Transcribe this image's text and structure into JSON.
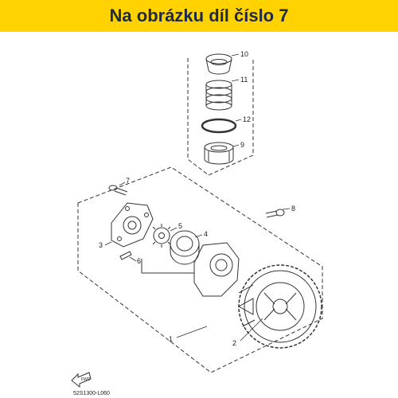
{
  "banner": {
    "text": "Na obrázku díl číslo 7",
    "color": "#ffd200"
  },
  "callouts": [
    "10",
    "11",
    "12",
    "9",
    "7",
    "8",
    "5",
    "4",
    "3",
    "6",
    "1",
    "2"
  ],
  "drawing_code": "52S1300-L060",
  "fwd_label": "FWD",
  "icons": [
    "direction-arrow-icon"
  ]
}
